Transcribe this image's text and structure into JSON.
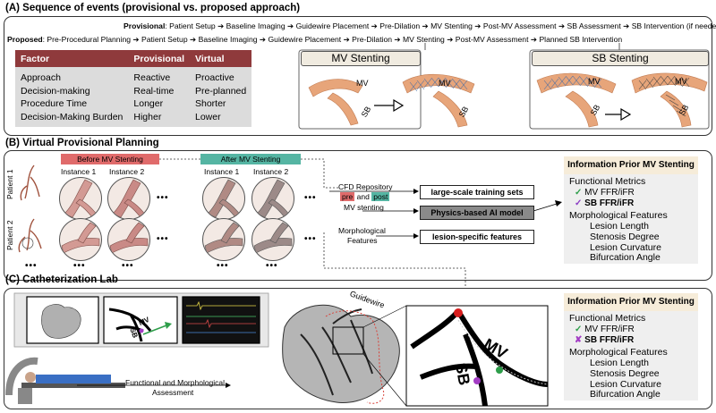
{
  "panelA": {
    "title": "(A) Sequence of events (provisional vs. proposed approach)",
    "provisional_label": "Provisional",
    "provisional_seq": ": Patient Setup ➔ Baseline Imaging ➔ Guidewire Placement ➔ Pre-Dilation ➔ MV Stenting ➔ Post-MV Assessment ➔ SB Assessment ➔ SB Intervention (if needed)",
    "proposed_label": "Proposed",
    "proposed_seq": ": Pre-Procedural Planning ➔ Patient Setup ➔ Baseline Imaging ➔ Guidewire Placement ➔ Pre-Dilation ➔ MV Stenting ➔ Post-MV Assessment ➔ Planned SB Intervention",
    "table": {
      "headers": [
        "Factor",
        "Provisional",
        "Virtual"
      ],
      "rows": [
        [
          "Approach",
          "Reactive",
          "Proactive"
        ],
        [
          "Decision-making",
          "Real-time",
          "Pre-planned"
        ],
        [
          "Procedure Time",
          "Longer",
          "Shorter"
        ],
        [
          "Decision-Making Burden",
          "Higher",
          "Lower"
        ]
      ]
    },
    "mv_stenting_title": "MV Stenting",
    "sb_stenting_title": "SB Stenting",
    "mv_label": "MV",
    "sb_label": "SB"
  },
  "panelB": {
    "title": "(B) Virtual Provisional Planning",
    "before_label": "Before MV Stenting",
    "after_label": "After MV Stenting",
    "instance1": "Instance 1",
    "instance2": "Instance 2",
    "patient1": "Patient 1",
    "patient2": "Patient 2",
    "cfd_repository": "CFD Repository",
    "pre": "pre",
    "and": "and",
    "post": "post",
    "mv_stenting": "MV stenting",
    "morphological": "Morphological",
    "features": "Features",
    "training_sets": "large-scale training sets",
    "ai_model": "Physics-based AI model",
    "lesion_features": "lesion-specific features",
    "info": {
      "title": "Information Prior MV Stenting",
      "functional_metrics": "Functional Metrics",
      "mv_ffr": "MV FFR/iFR",
      "sb_ffr": "SB FFR/iFR",
      "morph_features": "Morphological Features",
      "lesion_length": "Lesion Length",
      "stenosis_degree": "Stenosis Degree",
      "lesion_curvature": "Lesion Curvature",
      "bifurcation_angle": "Bifurcation Angle"
    },
    "colors": {
      "before": "#e06b6b",
      "after": "#55b5a3",
      "check": "#2e9e4a",
      "purple_check": "#8a3cc4"
    }
  },
  "panelC": {
    "title": "(C) Catheterization Lab",
    "mv": "MV",
    "sb": "SB",
    "guidewire": "Guidewire",
    "assessment_line1": "Functional and Morphological",
    "assessment_line2": "Assessment",
    "info": {
      "title": "Information Prior MV Stenting",
      "functional_metrics": "Functional Metrics",
      "mv_ffr": "MV FFR/iFR",
      "sb_ffr": "SB FFR/iFR",
      "morph_features": "Morphological Features",
      "lesion_length": "Lesion Length",
      "stenosis_degree": "Stenosis Degree",
      "lesion_curvature": "Lesion Curvature",
      "bifurcation_angle": "Bifurcation Angle"
    },
    "colors": {
      "check": "#2e9e4a",
      "cross": "#a33cc4"
    }
  },
  "symbols": {
    "check": "✓",
    "cross": "✘",
    "ellipsis": "•••"
  }
}
